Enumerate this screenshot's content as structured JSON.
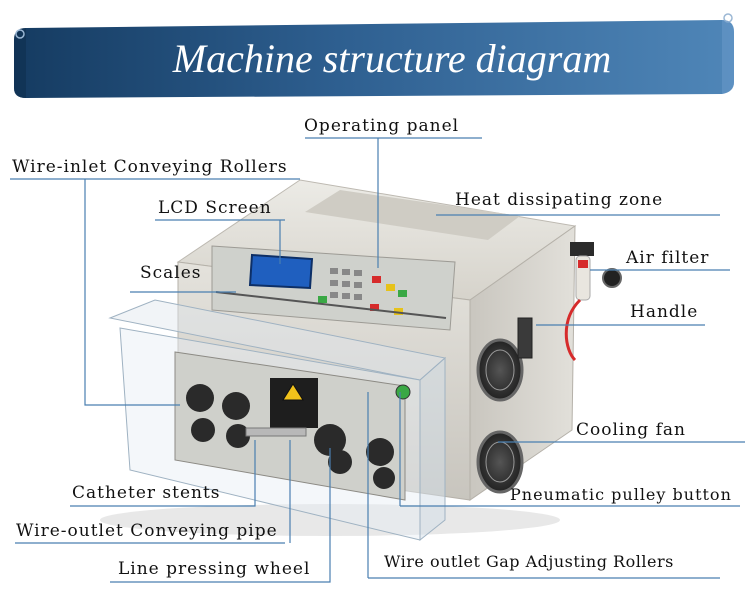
{
  "banner": {
    "title": "Machine structure diagram",
    "color_dark": "#1f4e79",
    "color_light": "#4a7fb0"
  },
  "labels": {
    "operating_panel": "Operating panel",
    "wire_inlet_rollers": "Wire-inlet Conveying Rollers",
    "lcd_screen": "LCD Screen",
    "heat_zone": "Heat dissipating zone",
    "scales": "Scales",
    "air_filter": "Air filter",
    "handle": "Handle",
    "cooling_fan": "Cooling fan",
    "catheter_stents": "Catheter stents",
    "pneumatic_button": "Pneumatic pulley button",
    "wire_outlet_pipe": "Wire-outlet Conveying pipe",
    "line_pressing_wheel": "Line pressing wheel",
    "gap_rollers": "Wire outlet Gap Adjusting Rollers"
  },
  "colors": {
    "leader_line": "#4a7fb0",
    "machine_body": "#dcd9d2",
    "lcd": "#1f5fbf",
    "button_green": "#3aa845",
    "button_red": "#d62b2b",
    "button_yellow": "#e6c21a"
  }
}
